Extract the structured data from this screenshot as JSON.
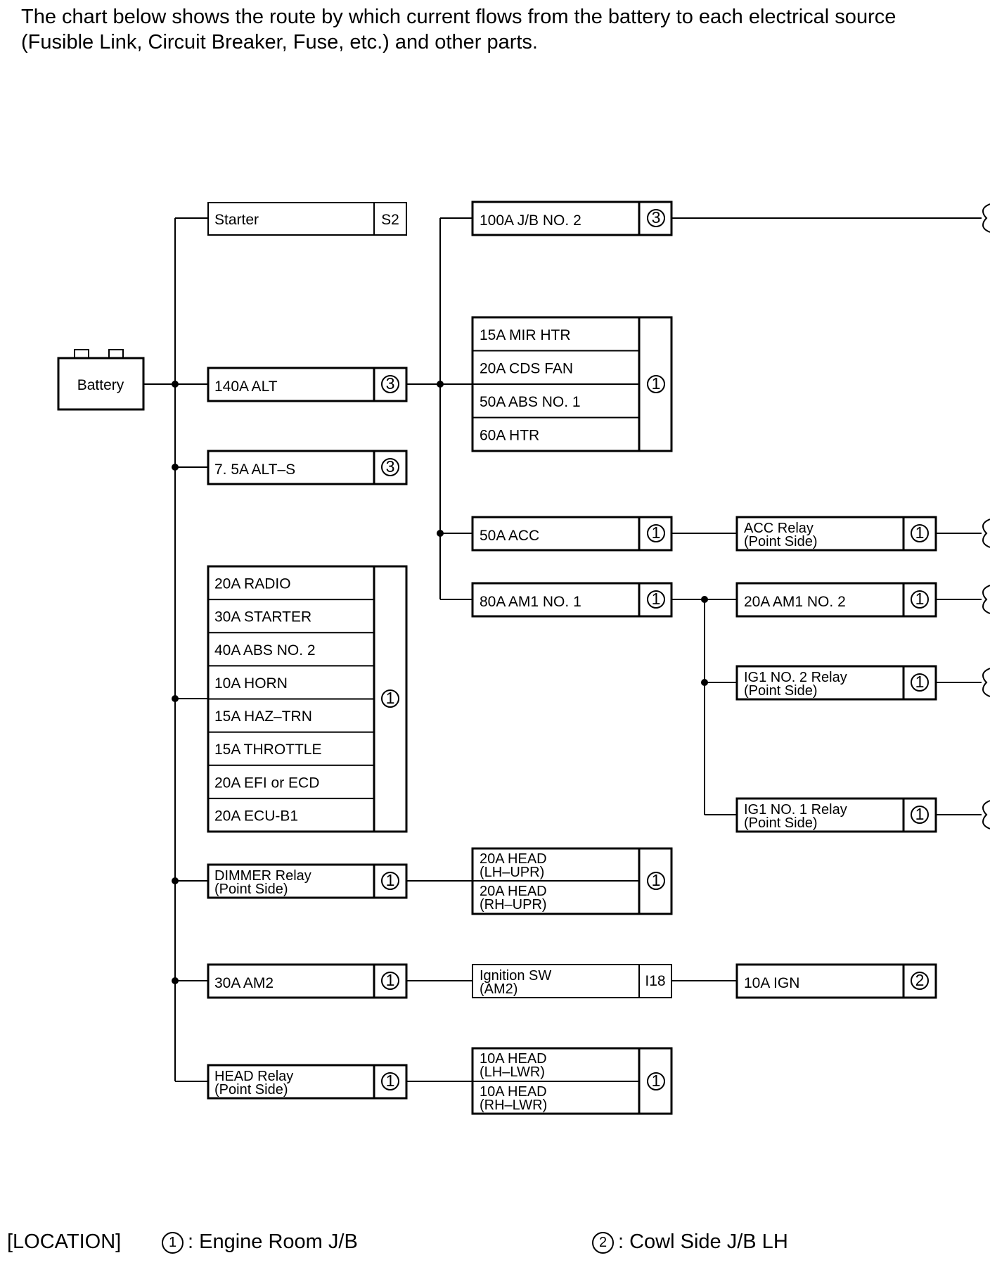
{
  "intro": {
    "line1": "The chart below shows the route by which current flows from the battery to each electrical source",
    "line2": "(Fusible Link, Circuit Breaker, Fuse, etc.) and other parts."
  },
  "battery": {
    "label": "Battery"
  },
  "col1": {
    "starter": {
      "label": "Starter",
      "loc": "S2"
    },
    "alt": {
      "label": "140A ALT",
      "loc": "3"
    },
    "alts": {
      "label": "7. 5A ALT–S",
      "loc": "3"
    },
    "fuse_group": {
      "items": [
        "20A RADIO",
        "30A STARTER",
        "40A ABS NO. 2",
        "10A HORN",
        "15A HAZ–TRN",
        "15A THROTTLE",
        "20A EFI or ECD",
        "20A ECU-B1"
      ],
      "loc": "1"
    },
    "dimmer": {
      "line1": "DIMMER Relay",
      "line2": "(Point Side)",
      "loc": "1"
    },
    "am2": {
      "label": "30A AM2",
      "loc": "1"
    },
    "headrelay": {
      "line1": "HEAD Relay",
      "line2": "(Point Side)",
      "loc": "1"
    }
  },
  "col2": {
    "jb2": {
      "label": "100A J/B NO. 2",
      "loc": "3"
    },
    "mir_group": {
      "items": [
        "15A MIR HTR",
        "20A CDS FAN",
        "50A ABS NO. 1",
        "60A HTR"
      ],
      "loc": "1"
    },
    "acc": {
      "label": "50A ACC",
      "loc": "1"
    },
    "am1": {
      "label": "80A AM1 NO. 1",
      "loc": "1"
    },
    "head_upr": {
      "items": [
        {
          "line1": "20A HEAD",
          "line2": "(LH–UPR)"
        },
        {
          "line1": "20A HEAD",
          "line2": "(RH–UPR)"
        }
      ],
      "loc": "1"
    },
    "ign_sw": {
      "line1": "Ignition SW",
      "line2": "(AM2)",
      "loc": "I18"
    },
    "head_lwr": {
      "items": [
        {
          "line1": "10A HEAD",
          "line2": "(LH–LWR)"
        },
        {
          "line1": "10A HEAD",
          "line2": "(RH–LWR)"
        }
      ],
      "loc": "1"
    }
  },
  "col3": {
    "acc_relay": {
      "line1": "ACC Relay",
      "line2": "(Point Side)",
      "loc": "1"
    },
    "am1_no2": {
      "label": "20A AM1 NO. 2",
      "loc": "1"
    },
    "ig1_no2": {
      "line1": "IG1 NO. 2 Relay",
      "line2": "(Point Side)",
      "loc": "1"
    },
    "ig1_no1": {
      "line1": "IG1 NO. 1 Relay",
      "line2": "(Point Side)",
      "loc": "1"
    },
    "ign": {
      "label": "10A IGN",
      "loc": "2"
    }
  },
  "legend": {
    "label": "[LOCATION]",
    "items": [
      {
        "num": "1",
        "text": ": Engine Room J/B"
      },
      {
        "num": "2",
        "text": ": Cowl Side J/B LH"
      }
    ]
  }
}
